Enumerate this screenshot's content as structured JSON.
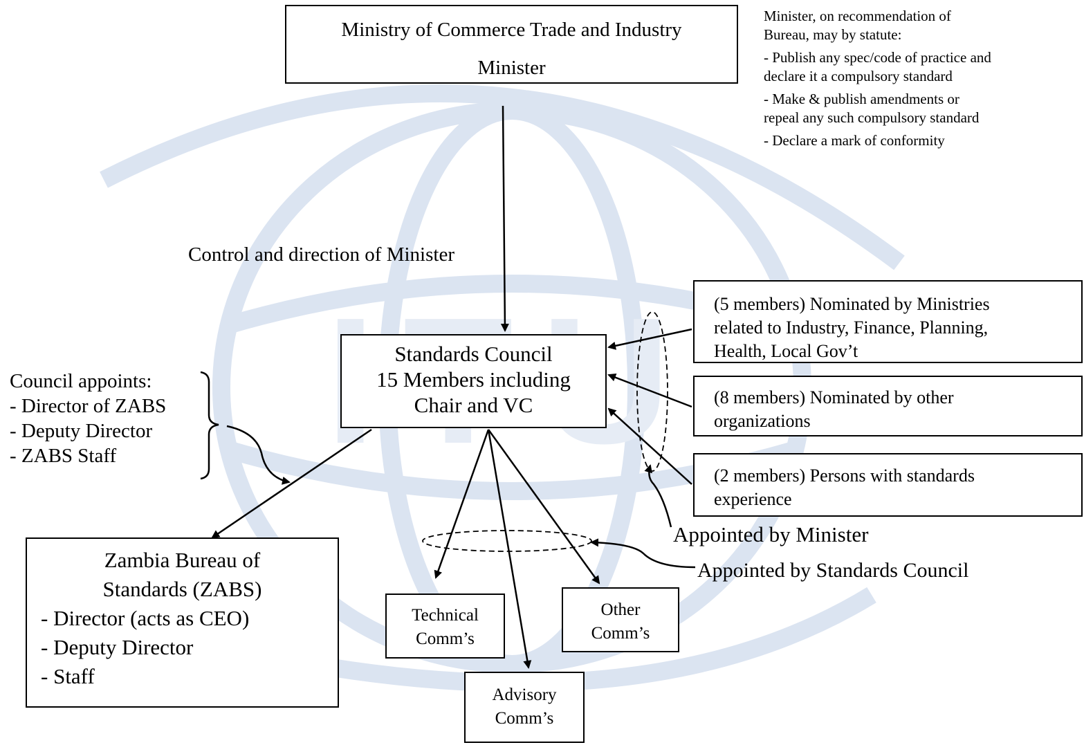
{
  "ministry_box": {
    "line1": "Ministry of Commerce Trade and Industry",
    "line2": "Minister"
  },
  "minister_note": {
    "intro1": "Minister, on recommendation of",
    "intro2": "Bureau, may by statute:",
    "item1_line1": "- Publish any spec/code of practice and",
    "item1_line2": "declare it a compulsory standard",
    "item2_line1": "- Make & publish amendments or",
    "item2_line2": "repeal any such compulsory standard",
    "item3_line1": "- Declare a mark of conformity"
  },
  "control_label": "Control and direction of Minister",
  "council_box": {
    "line1": "Standards Council",
    "line2": "15 Members including",
    "line3": "Chair and VC"
  },
  "nominations": {
    "ministries_line1": "(5 members) Nominated by Ministries",
    "ministries_line2": "related to Industry, Finance, Planning,",
    "ministries_line3": "Health, Local Gov’t",
    "other_line1": "(8 members) Nominated by other",
    "other_line2": "organizations",
    "persons_line1": "(2 members) Persons with standards",
    "persons_line2": "experience"
  },
  "appointed_by_minister": "Appointed by Minister",
  "appointed_by_council": "Appointed by Standards Council",
  "council_appoints": {
    "title": "Council appoints:",
    "items": [
      "- Director of ZABS",
      "- Deputy Director",
      "- ZABS Staff"
    ]
  },
  "zabs_box": {
    "line1": "Zambia Bureau of",
    "line2": "Standards (ZABS)",
    "line3": "- Director (acts as CEO)",
    "line4": "- Deputy Director",
    "line5": "- Staff"
  },
  "committees": {
    "technical_line1": "Technical",
    "technical_line2": "Comm’s",
    "other_line1": "Other",
    "other_line2": "Comm’s",
    "advisory_line1": "Advisory",
    "advisory_line2": "Comm’s"
  },
  "watermark_letters": "ITU"
}
